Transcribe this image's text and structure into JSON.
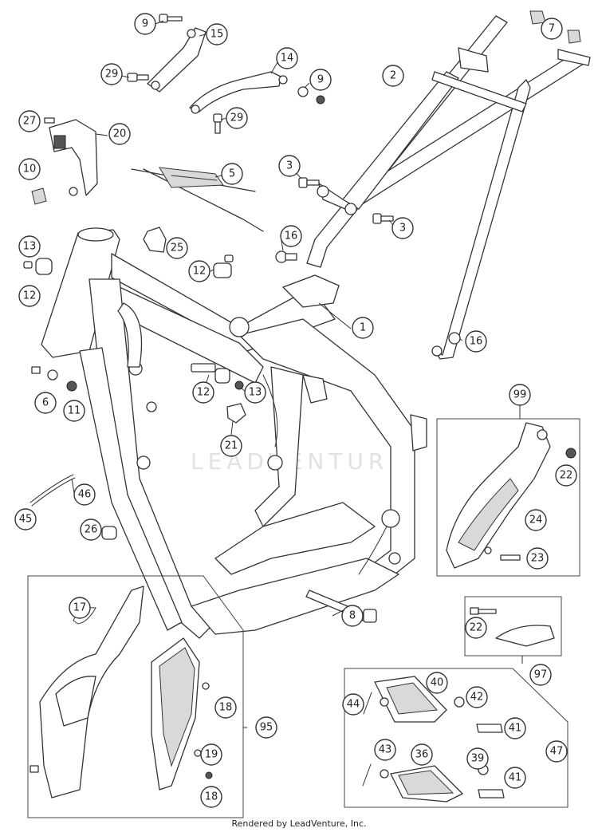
{
  "watermark": "LEADVENTURE",
  "footer": "Rendered by LeadVenture, Inc.",
  "callouts": [
    "1",
    "2",
    "3",
    "3",
    "5",
    "6",
    "7",
    "8",
    "9",
    "9",
    "10",
    "11",
    "12",
    "12",
    "12",
    "12",
    "13",
    "13",
    "14",
    "15",
    "16",
    "16",
    "17",
    "18",
    "18",
    "19",
    "20",
    "21",
    "22",
    "22",
    "23",
    "24",
    "25",
    "26",
    "27",
    "29",
    "29",
    "36",
    "39",
    "40",
    "41",
    "41",
    "42",
    "43",
    "44",
    "45",
    "46",
    "47",
    "95",
    "97",
    "99"
  ]
}
